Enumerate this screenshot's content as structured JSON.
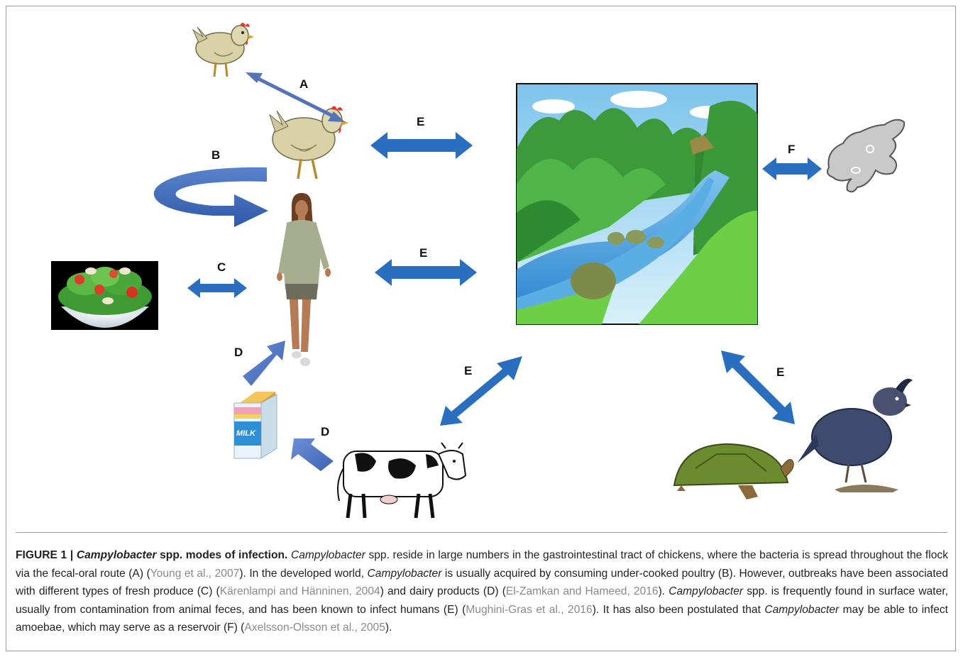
{
  "labels": {
    "a": "A",
    "b": "B",
    "c": "C",
    "d1": "D",
    "d2": "D",
    "e1": "E",
    "e2": "E",
    "e3": "E",
    "e4": "E",
    "f": "F"
  },
  "milk_text": "MILK",
  "caption": {
    "figure_label": "FIGURE 1 | ",
    "title_italic": "Campylobacter",
    "title_rest": " spp. modes of infection.",
    "s1_italic": "Campylobacter",
    "s1_text": " spp. reside in large numbers in the gastrointestinal tract of chickens, where the bacteria is spread throughout the flock via the fecal-oral route (A) (",
    "ref1": "Young et al., 2007",
    "s2_text": "). In the developed world, ",
    "s2_italic": "Campylobacter",
    "s2_rest": " is usually acquired by consuming under-cooked poultry (B). However, outbreaks have been associated with different types of fresh produce (C) (",
    "ref2": "Kärenlampi and Hänninen, 2004",
    "s3_text": ") and dairy products (D) (",
    "ref3": "El-Zamkan and Hameed, 2016",
    "s3_rest": "). ",
    "s4_italic": "Campylobacter",
    "s4_text": " spp. is frequently found in surface water, usually from contamination from animal feces, and has been known to infect humans (E) (",
    "ref4": "Mughini-Gras et al., 2016",
    "s5_text": "). It has also been postulated that ",
    "s5_italic": "Campylobacter",
    "s5_rest": " may be able to infect amoebae, which may serve as a reservoir (F) (",
    "ref5": "Axelsson-Olsson et al., 2005",
    "s6_text": ")."
  },
  "colors": {
    "arrow_blue": "#2a6fbf",
    "arrow_grad_dark": "#3a5fae",
    "arrow_grad_light": "#6b8fd4",
    "reference_gray": "#8a8a8a"
  },
  "icons": [
    "chicken-icon",
    "woman-icon",
    "salad-icon",
    "milk-carton-icon",
    "cow-icon",
    "river-landscape-icon",
    "amoeba-icon",
    "turtle-icon",
    "quail-icon"
  ]
}
